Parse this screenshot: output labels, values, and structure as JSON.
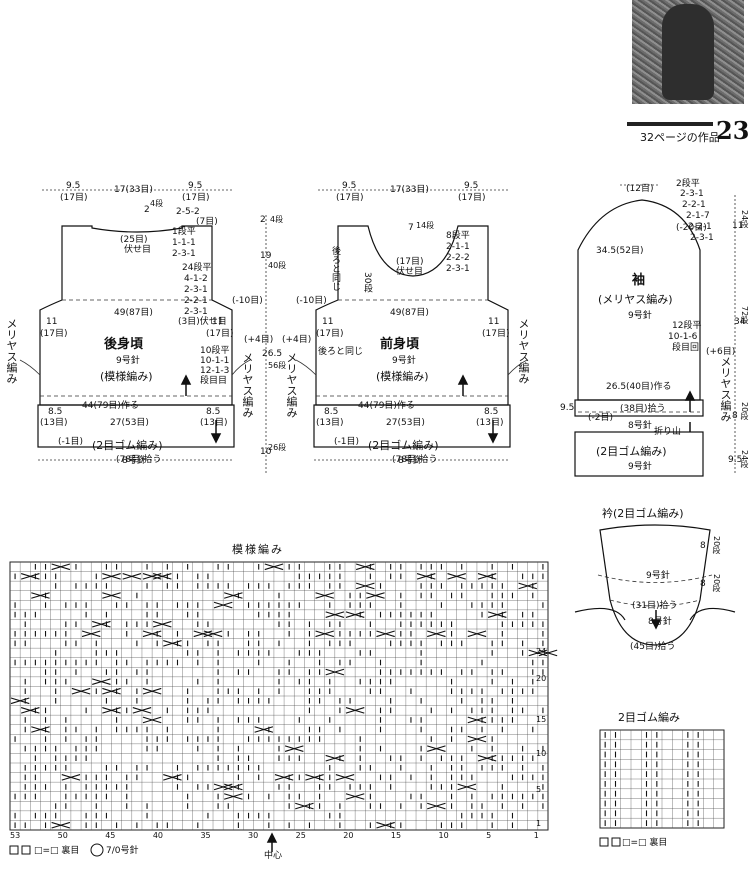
{
  "header": {
    "page_number": "23",
    "caption": "32ページの作品"
  },
  "back": {
    "title": "後身頃",
    "needle": "9号針",
    "stitch": "(模様編み)",
    "shoulder_left": "9.5",
    "shoulder_left_sts": "(17目)",
    "neck": "17(33目)",
    "shoulder_right": "9.5",
    "shoulder_right_sts": "(17目)",
    "neck_rows": "2",
    "neck_rows_unit": "4段",
    "neck_shaping": "2-5-2",
    "neck_shaping_sts": "(7目)",
    "neck_center": "(25目)",
    "neck_center_bo": "伏せ目",
    "shoulder_step1": "1段平",
    "shoulder_step2": "1-1-1",
    "shoulder_step3": "2-3-1",
    "armhole_head": "24段平",
    "armhole_1": "4-1-2",
    "armhole_2": "2-3-1",
    "armhole_3": "2-2-1",
    "armhole_4": "2-3-1",
    "armhole_bo": "(3目)伏せ目",
    "width": "49(87目)",
    "side_dec": "(-10目)",
    "side_left_cm": "11",
    "side_left_sts": "(17目)",
    "side_right_cm": "11",
    "side_right_sts": "(17目)",
    "side_label": "メリヤス編み",
    "side_shaping_1": "10段平",
    "side_shaping_2": "10-1-1",
    "side_shaping_3": "12-1-3",
    "side_shaping_4": "段目目",
    "hem_width": "44(79目)作る",
    "hem_left": "8.5",
    "hem_left_sts": "(13目)",
    "hem_center": "27(53目)",
    "hem_right": "8.5",
    "hem_right_sts": "(13目)",
    "rib_dec": "(-1目)",
    "rib_label": "(2目ゴム編み)",
    "rib_needle": "8号針",
    "rib_pickup": "(78目)拾う"
  },
  "heights": {
    "h1": "2",
    "h1u": "4段",
    "h2": "19",
    "h2u": "40段",
    "h3": "(+4目)",
    "h4": "26.5",
    "h4u": "56段",
    "h5": "10",
    "h5u": "26段"
  },
  "front": {
    "title": "前身頃",
    "needle": "9号針",
    "stitch": "(模様編み)",
    "shoulder_left": "9.5",
    "shoulder_left_sts": "(17目)",
    "neck": "17(33目)",
    "shoulder_right": "9.5",
    "shoulder_right_sts": "(17目)",
    "neck_depth": "7",
    "neck_depth_u": "14段",
    "neck_1": "8段平",
    "neck_2": "2-1-1",
    "neck_3": "2-2-2",
    "neck_4": "2-3-1",
    "neck_center": "(17目)",
    "neck_bo": "伏せ目",
    "back_same": "後ろと同じ",
    "neck_rows": "30段",
    "width": "49(87目)",
    "side_dec": "(-10目)",
    "side_left_cm": "11",
    "side_left_sts": "(17目)",
    "side_right_cm": "11",
    "side_right_sts": "(17目)",
    "back_same2": "後ろと同じ",
    "side_label": "メリヤス編み",
    "hem_width": "44(79目)作る",
    "hem_left": "8.5",
    "hem_left_sts": "(13目)",
    "hem_center": "27(53目)",
    "hem_right": "8.5",
    "hem_right_sts": "(13目)",
    "rib_dec": "(-1目)",
    "rib_label": "(2目ゴム編み)",
    "rib_needle": "8号針",
    "rib_pickup": "(78目)拾う",
    "plus4": "(+4目)"
  },
  "sleeve": {
    "title": "袖",
    "stitch": "(メリヤス編み)",
    "needle": "9号針",
    "cap_top": "(12目)",
    "cap_dec": "(-20目)",
    "cap_1": "2段平",
    "cap_2": "2-3-1",
    "cap_3": "2-2-1",
    "cap_4": "2-1-7",
    "cap_5": "2-2-1",
    "cap_6": "2-3-1",
    "cap_rows": "11",
    "cap_rows_u": "24段",
    "width": "34.5(52目)",
    "len": "34",
    "len_u": "72段",
    "inc_1": "12段平",
    "inc_2": "10-1-6",
    "inc_3": "段目回",
    "inc_total": "(+6目)",
    "cuff_width": "26.5(40目)作る",
    "cuff_pick": "(38目)拾う",
    "cuff_dec": "(-2目)",
    "cuff_needle": "8号針",
    "fold": "折り山",
    "cuff_cm": "9.5",
    "rib_label": "(2目ゴム編み)",
    "rib_needle": "9号針",
    "h_a": "8",
    "h_a_u": "20段",
    "h_b": "9.5",
    "h_b_u": "24段",
    "side_label": "メリヤス編み"
  },
  "collar": {
    "title": "衿(2目ゴム編み)",
    "needle_top": "9号針",
    "pick_mid": "(31目)拾う",
    "needle_bot": "8号針",
    "pick_bot": "(45目)拾う",
    "h1": "20段",
    "h2": "20段",
    "h1n": "8",
    "h2n": "8"
  },
  "chart": {
    "title": "模様編み",
    "center": "中心",
    "row_labels": [
      "24",
      "20",
      "15",
      "10",
      "5",
      "1"
    ],
    "col_labels": [
      "53",
      "50",
      "45",
      "40",
      "35",
      "30",
      "25",
      "20",
      "15",
      "10",
      "5",
      "1"
    ],
    "legend_purl": "□=□ 裏目",
    "legend_cable": "7/0号針"
  },
  "rib_chart": {
    "title": "2目ゴム編み",
    "legend": "□=□ 裏目"
  }
}
